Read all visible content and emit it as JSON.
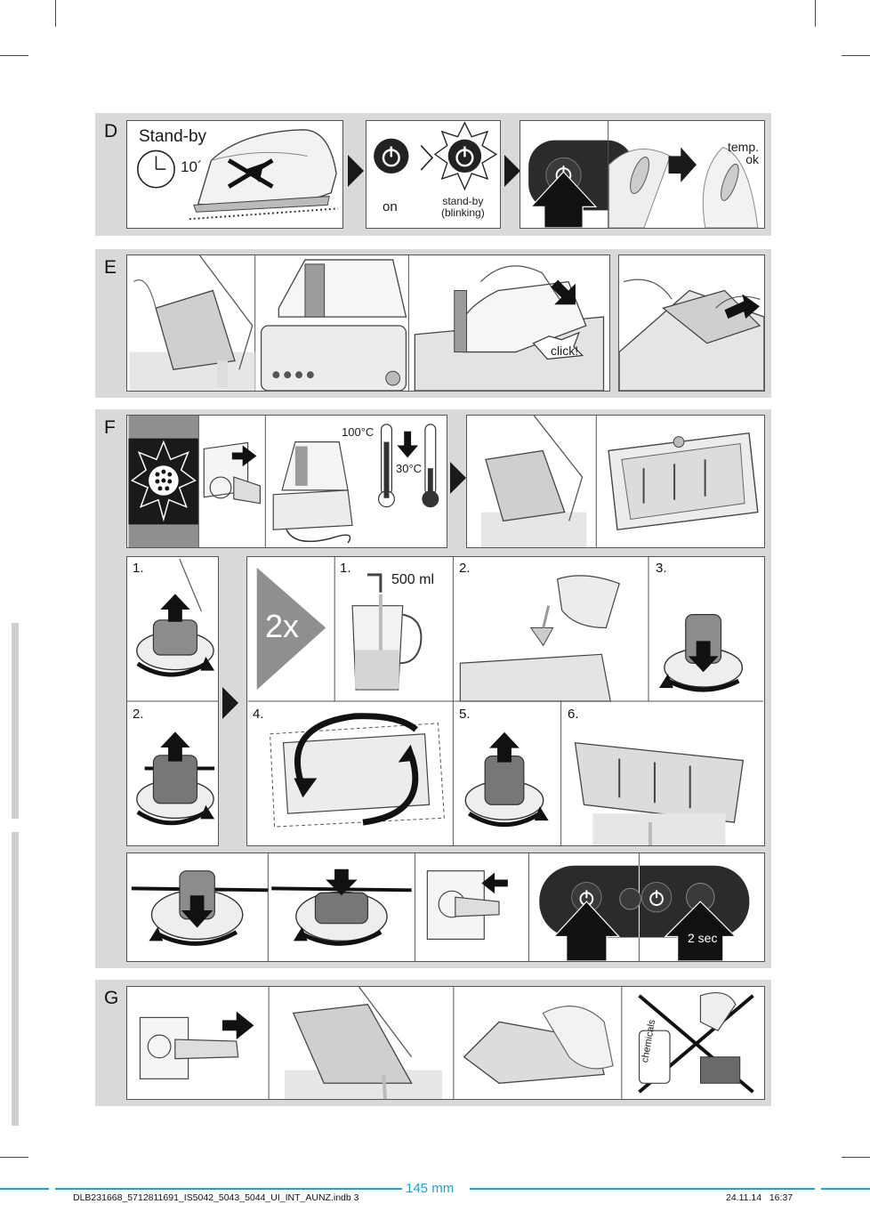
{
  "sections": {
    "D": {
      "letter": "D",
      "standby_label": "Stand-by",
      "timer_label": "10´",
      "on_label": "on",
      "standby_blinking_label": "stand-by\n(blinking)",
      "temp_ok_label": "temp.\nok"
    },
    "E": {
      "letter": "E",
      "click_label": "click!"
    },
    "F": {
      "letter": "F",
      "temp_high": "100°C",
      "temp_low": "30°C",
      "repeat_label": "2x",
      "volume_label": "500 ml",
      "two_sec_label": "2 sec",
      "steps": [
        "1.",
        "2.",
        "1.",
        "2.",
        "3.",
        "4.",
        "5.",
        "6."
      ]
    },
    "G": {
      "letter": "G",
      "chemicals_label": "chemicals"
    }
  },
  "footer": {
    "filename": "DLB231668_5712811691_IS5042_5043_5044_UI_INT_AUNZ.indb  3",
    "width_label": "145 mm",
    "date_time": "24.11.14   16:37"
  },
  "colors": {
    "section_bg": "#d9d9d9",
    "panel_border": "#555555",
    "accent_line": "#1aa3d9",
    "dark_ui": "#2b2b2b"
  }
}
